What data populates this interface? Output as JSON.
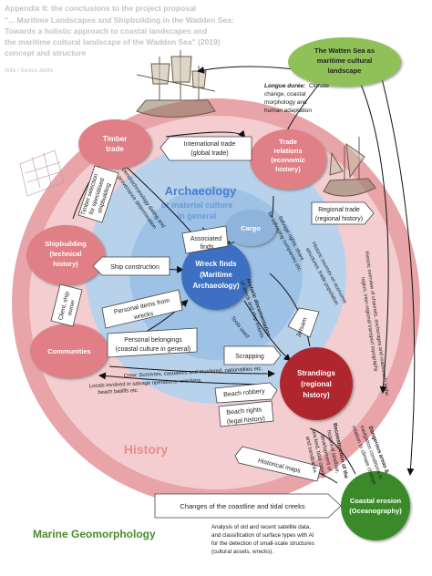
{
  "header": {
    "title_lines": [
      "Appendix II: the conclusions to the project proposal",
      "\"... Maritime Landscapes and Shipbuilding in the Wadden Sea:",
      "Towards a holistic approach to coastal landscapes and",
      "the maritime cultural landscape of the Wadden Sea\" (2019)",
      "concept and structure"
    ],
    "author": "Wills / Sextus Jenks"
  },
  "rings": {
    "history": "History",
    "archaeology_lines": [
      "Archaeology",
      "or material culture",
      "in general"
    ],
    "marine_geomorphology": "Marine Geomorphology"
  },
  "nodes": {
    "watten_sea": [
      "The Watten Sea as",
      "maritime cultural",
      "landscape"
    ],
    "timber_trade": [
      "Timber",
      "trade"
    ],
    "trade_relations": [
      "Trade",
      "relations",
      "(economic",
      "history)"
    ],
    "shipbuilding": [
      "Shipbuilding",
      "(technical",
      "history)"
    ],
    "communities": [
      "Communities"
    ],
    "cargo": [
      "Cargo"
    ],
    "wreck_finds": [
      "Wreck finds",
      "(Maritime",
      "Archaeology)"
    ],
    "strandings": [
      "Strandings",
      "(regional",
      "history)"
    ],
    "coastal_erosion": [
      "Coastal erosion",
      "(Oceanography)"
    ]
  },
  "annotations": {
    "longue_duree_title": "Longue durée:",
    "longue_duree_lines": [
      "Climate",
      "change, coastal",
      "morphology and",
      "human adaptation"
    ],
    "international_trade": [
      "International trade",
      "(global trade)"
    ],
    "regional_trade": [
      "Regional trade",
      "(regional history)"
    ],
    "ship_construction": "Ship construction",
    "associated_finds": [
      "Associated",
      "finds"
    ],
    "personal_items": [
      "Personal items from",
      "wrecks"
    ],
    "personal_belongings": [
      "Personal belongings",
      "(coastal culture in general)"
    ],
    "scrapping": "Scrapping",
    "jetsam": "Jetsam",
    "beach_robbery": "Beach robbery",
    "beach_rights": [
      "Beach rights",
      "(legal history)"
    ],
    "historical_maps": "Historical maps",
    "coastline_changes": "Changes of the coastline and tidal creeks",
    "timber_selection": [
      "Timber selection",
      "for specialised",
      "shipbuilding"
    ],
    "dendro": [
      "Dendrochronology dating and",
      "provenance determination"
    ],
    "client_owner": [
      "Client, ship",
      "owner"
    ],
    "salvage": [
      "Salvage rights, share",
      "for salvaging companies etc."
    ],
    "historic_sources": [
      "Historic sources on economic",
      "structures, trade population"
    ],
    "historic_documentation": [
      "Historic documentation",
      "of wreck and ship events"
    ],
    "tools_used": "Tools used",
    "crew": "Crew: Survivors, casualties and murdered, nationalities etc.",
    "locals": [
      "Locals involved in salvage operations: wreckers,",
      "beach bailiffs etc."
    ],
    "historic_overview": [
      "Historic overview of channels, anchorages and roadsteads in the",
      "region, inter-regional transport topography"
    ],
    "dangerous_areas": [
      "Dangerous areas &",
      "navigation conditions in",
      "relation to climate change"
    ],
    "reconstruction": [
      "Reconstruction of the",
      "historical seafloor,",
      "development of",
      "sea bed, tidal creeks",
      "and sandbanks"
    ],
    "satellite_text": [
      "Analysis of old and recent satellite data,",
      "and classification of surface types with AI",
      "for the detection of small-scale structures",
      "(cultural assets, wrecks)."
    ]
  },
  "colors": {
    "outer_ring": "#e8a4a8",
    "history_ring": "#f3cdcf",
    "archaeology_ring": "#b8d2ec",
    "inner_ring": "#9dc2e6",
    "node_pink": "#e07f86",
    "wreck_node": "#3d70c2",
    "cargo_node": "#8fb4dc",
    "strandings_node": "#b0282e",
    "green_node": "#8fc159",
    "erosion_node": "#3b8a2c",
    "geomorph_text": "#4c8a2a",
    "archaeology_text": "#4a7fcf",
    "history_text": "#ee8b8b"
  }
}
